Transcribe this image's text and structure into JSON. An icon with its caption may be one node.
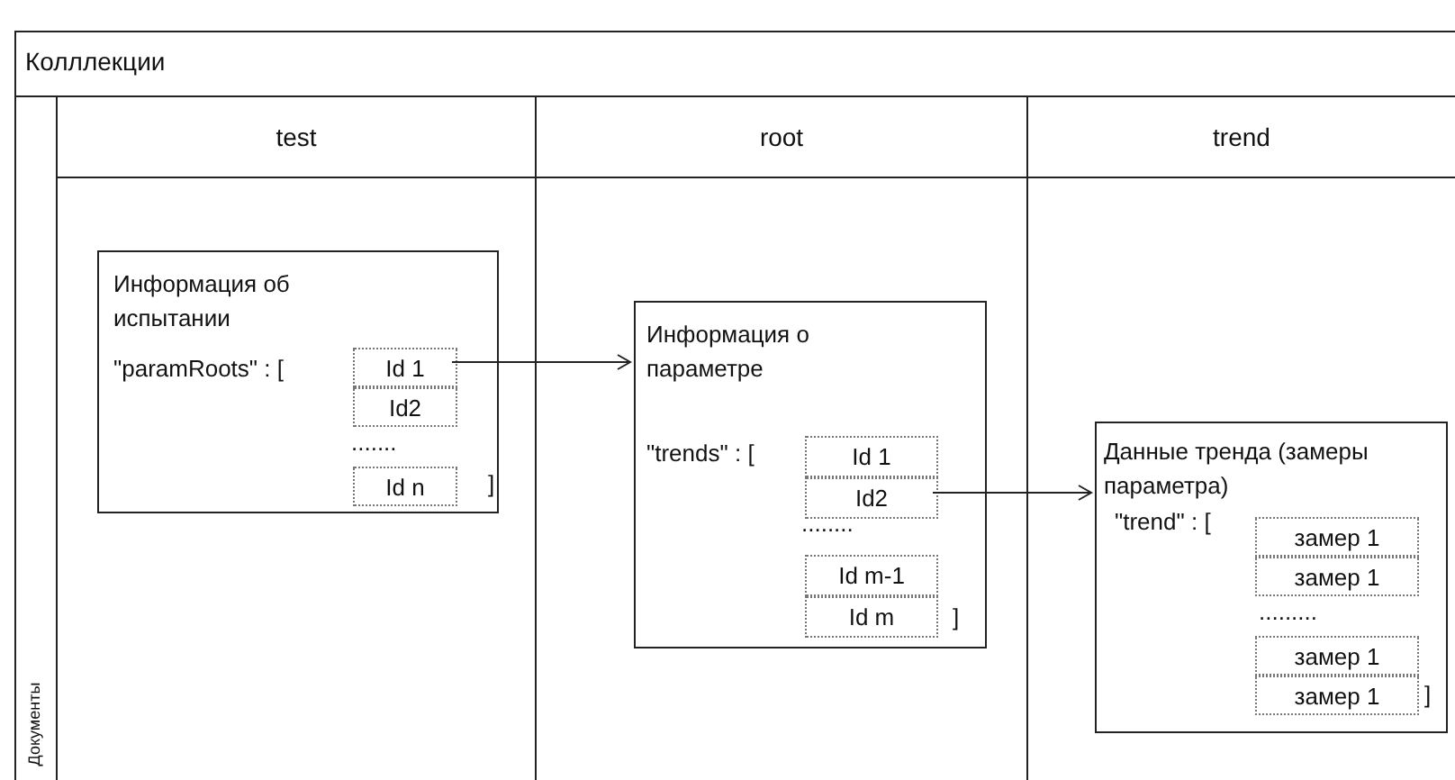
{
  "diagram": {
    "nodes": [
      {
        "text": [
          "Колллекции"
        ]
      },
      {
        "text": [
          "Документы"
        ],
        "in": 0
      },
      {
        "text": [
          "test"
        ],
        "in": 1
      },
      {
        "text": [
          "root"
        ],
        "in": 1
      },
      {
        "text": [
          "trend"
        ],
        "in": 1
      },
      {
        "text": [
          "Информация об испытании",
          "\"paramRoots\" : [",
          ".......",
          "]"
        ],
        "in": 2
      },
      {
        "text": [
          "Id 1"
        ],
        "in": 5
      },
      {
        "text": [
          "Id2"
        ],
        "in": 5
      },
      {
        "text": [
          "Id n"
        ],
        "in": 5
      },
      {
        "text": [
          "Информация о параметре",
          "\"trends\" : [",
          "........",
          "]"
        ],
        "in": 3
      },
      {
        "text": [
          "Id 1"
        ],
        "in": 9
      },
      {
        "text": [
          "Id2"
        ],
        "in": 9
      },
      {
        "text": [
          "Id m-1"
        ],
        "in": 9
      },
      {
        "text": [
          "Id m"
        ],
        "in": 9
      },
      {
        "text": [
          "Данные тренда (замеры параметра)",
          "\"trend\" : [",
          ".........",
          "]"
        ],
        "in": 4
      },
      {
        "text": [
          "замер 1"
        ],
        "in": 14
      },
      {
        "text": [
          "замер 1"
        ],
        "in": 14
      },
      {
        "text": [
          "замер 1"
        ],
        "in": 14
      },
      {
        "text": [
          "замер 1"
        ],
        "in": 14
      }
    ],
    "edges": [
      {
        "from": 6,
        "to": 9,
        "arrow": "to"
      },
      {
        "from": 11,
        "to": 14,
        "arrow": "to"
      }
    ]
  }
}
